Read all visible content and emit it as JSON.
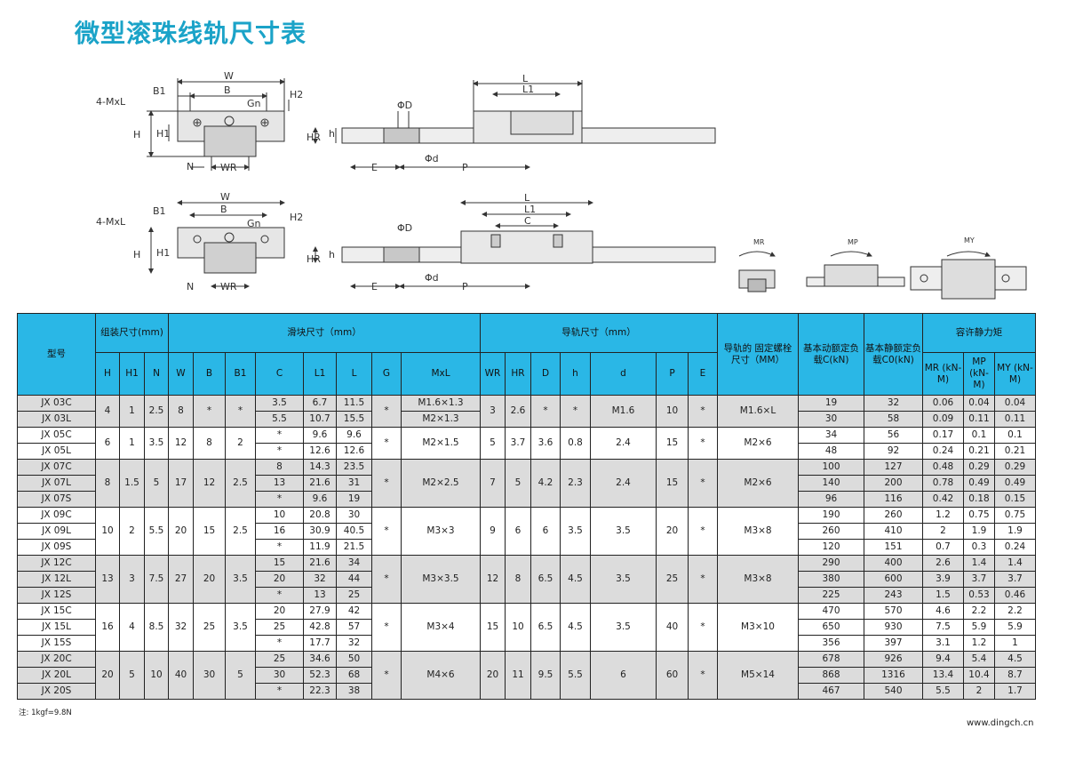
{
  "title": "微型滚珠线轨尺寸表",
  "drawing_labels": {
    "mxl": "4-MxL",
    "w": "W",
    "b1": "B1",
    "b": "B",
    "gn": "Gn",
    "h2": "H2",
    "h": "H",
    "h1": "H1",
    "n": "N",
    "wr": "WR",
    "phi_d_big": "ΦD",
    "phi_d_small": "Φd",
    "hr": "HR",
    "h_small": "h",
    "e": "E",
    "p": "P",
    "l": "L",
    "l1": "L1",
    "c": "C",
    "mr": "MR",
    "mp": "MP",
    "my": "MY"
  },
  "headers": {
    "model": "型号",
    "assembly": "组装尺寸(mm)",
    "block": "滑块尺寸（mm）",
    "rail": "导轨尺寸（mm）",
    "bolt": "导轨的  固定螺栓 尺寸（MM）",
    "dyn": "基本动额定负载C(kN)",
    "stat": "基本静额定负载C0(kN)",
    "moment": "容许静力矩",
    "H": "H",
    "H1": "H1",
    "N": "N",
    "W": "W",
    "B": "B",
    "B1": "B1",
    "C": "C",
    "L1": "L1",
    "L": "L",
    "G": "G",
    "MxL": "MxL",
    "WR": "WR",
    "HR": "HR",
    "D": "D",
    "h": "h",
    "d": "d",
    "P": "P",
    "E": "E",
    "MR": "MR (kN-M)",
    "MP": "MP (kN-M)",
    "MY": "MY (kN-M)"
  },
  "groups": [
    {
      "H": "4",
      "H1": "1",
      "N": "2.5",
      "W": "8",
      "B": "*",
      "B1": "*",
      "G": "*",
      "MxL": "M1.6×1.3",
      "WR": "3",
      "HR": "2.6",
      "D": "*",
      "h": "*",
      "d": "M1.6",
      "P": "10",
      "E": "*",
      "bolt": "M1.6×L",
      "rows": [
        {
          "model": "JX 03C",
          "C": "3.5",
          "L1": "6.7",
          "L": "11.5",
          "MxL": "M1.6×1.3",
          "dyn": "19",
          "stat": "32",
          "MR": "0.06",
          "MP": "0.04",
          "MY": "0.04"
        },
        {
          "model": "JX 03L",
          "C": "5.5",
          "L1": "10.7",
          "L": "15.5",
          "MxL": "M2×1.3",
          "dyn": "30",
          "stat": "58",
          "MR": "0.09",
          "MP": "0.11",
          "MY": "0.11"
        }
      ]
    },
    {
      "H": "6",
      "H1": "1",
      "N": "3.5",
      "W": "12",
      "B": "8",
      "B1": "2",
      "G": "*",
      "MxL": "M2×1.5",
      "WR": "5",
      "HR": "3.7",
      "D": "3.6",
      "h": "0.8",
      "d": "2.4",
      "P": "15",
      "E": "*",
      "bolt": "M2×6",
      "rows": [
        {
          "model": "JX 05C",
          "C": "*",
          "L1": "9.6",
          "L": "9.6",
          "dyn": "34",
          "stat": "56",
          "MR": "0.17",
          "MP": "0.1",
          "MY": "0.1"
        },
        {
          "model": "JX 05L",
          "C": "*",
          "L1": "12.6",
          "L": "12.6",
          "dyn": "48",
          "stat": "92",
          "MR": "0.24",
          "MP": "0.21",
          "MY": "0.21"
        }
      ]
    },
    {
      "H": "8",
      "H1": "1.5",
      "N": "5",
      "W": "17",
      "B": "12",
      "B1": "2.5",
      "G": "*",
      "MxL": "M2×2.5",
      "WR": "7",
      "HR": "5",
      "D": "4.2",
      "h": "2.3",
      "d": "2.4",
      "P": "15",
      "E": "*",
      "bolt": "M2×6",
      "rows": [
        {
          "model": "JX 07C",
          "C": "8",
          "L1": "14.3",
          "L": "23.5",
          "dyn": "100",
          "stat": "127",
          "MR": "0.48",
          "MP": "0.29",
          "MY": "0.29"
        },
        {
          "model": "JX 07L",
          "C": "13",
          "L1": "21.6",
          "L": "31",
          "dyn": "140",
          "stat": "200",
          "MR": "0.78",
          "MP": "0.49",
          "MY": "0.49"
        },
        {
          "model": "JX 07S",
          "C": "*",
          "L1": "9.6",
          "L": "19",
          "dyn": "96",
          "stat": "116",
          "MR": "0.42",
          "MP": "0.18",
          "MY": "0.15"
        }
      ]
    },
    {
      "H": "10",
      "H1": "2",
      "N": "5.5",
      "W": "20",
      "B": "15",
      "B1": "2.5",
      "G": "*",
      "MxL": "M3×3",
      "WR": "9",
      "HR": "6",
      "D": "6",
      "h": "3.5",
      "d": "3.5",
      "P": "20",
      "E": "*",
      "bolt": "M3×8",
      "rows": [
        {
          "model": "JX 09C",
          "C": "10",
          "L1": "20.8",
          "L": "30",
          "dyn": "190",
          "stat": "260",
          "MR": "1.2",
          "MP": "0.75",
          "MY": "0.75"
        },
        {
          "model": "JX 09L",
          "C": "16",
          "L1": "30.9",
          "L": "40.5",
          "dyn": "260",
          "stat": "410",
          "MR": "2",
          "MP": "1.9",
          "MY": "1.9"
        },
        {
          "model": "JX 09S",
          "C": "*",
          "L1": "11.9",
          "L": "21.5",
          "dyn": "120",
          "stat": "151",
          "MR": "0.7",
          "MP": "0.3",
          "MY": "0.24"
        }
      ]
    },
    {
      "H": "13",
      "H1": "3",
      "N": "7.5",
      "W": "27",
      "B": "20",
      "B1": "3.5",
      "G": "*",
      "MxL": "M3×3.5",
      "WR": "12",
      "HR": "8",
      "D": "6.5",
      "h": "4.5",
      "d": "3.5",
      "P": "25",
      "E": "*",
      "bolt": "M3×8",
      "rows": [
        {
          "model": "JX 12C",
          "C": "15",
          "L1": "21.6",
          "L": "34",
          "dyn": "290",
          "stat": "400",
          "MR": "2.6",
          "MP": "1.4",
          "MY": "1.4"
        },
        {
          "model": "JX 12L",
          "C": "20",
          "L1": "32",
          "L": "44",
          "dyn": "380",
          "stat": "600",
          "MR": "3.9",
          "MP": "3.7",
          "MY": "3.7"
        },
        {
          "model": "JX 12S",
          "C": "*",
          "L1": "13",
          "L": "25",
          "dyn": "225",
          "stat": "243",
          "MR": "1.5",
          "MP": "0.53",
          "MY": "0.46"
        }
      ]
    },
    {
      "H": "16",
      "H1": "4",
      "N": "8.5",
      "W": "32",
      "B": "25",
      "B1": "3.5",
      "G": "*",
      "MxL": "M3×4",
      "WR": "15",
      "HR": "10",
      "D": "6.5",
      "h": "4.5",
      "d": "3.5",
      "P": "40",
      "E": "*",
      "bolt": "M3×10",
      "rows": [
        {
          "model": "JX 15C",
          "C": "20",
          "L1": "27.9",
          "L": "42",
          "dyn": "470",
          "stat": "570",
          "MR": "4.6",
          "MP": "2.2",
          "MY": "2.2"
        },
        {
          "model": "JX 15L",
          "C": "25",
          "L1": "42.8",
          "L": "57",
          "dyn": "650",
          "stat": "930",
          "MR": "7.5",
          "MP": "5.9",
          "MY": "5.9"
        },
        {
          "model": "JX 15S",
          "C": "*",
          "L1": "17.7",
          "L": "32",
          "dyn": "356",
          "stat": "397",
          "MR": "3.1",
          "MP": "1.2",
          "MY": "1"
        }
      ]
    },
    {
      "H": "20",
      "H1": "5",
      "N": "10",
      "W": "40",
      "B": "30",
      "B1": "5",
      "G": "*",
      "MxL": "M4×6",
      "WR": "20",
      "HR": "11",
      "D": "9.5",
      "h": "5.5",
      "d": "6",
      "P": "60",
      "E": "*",
      "bolt": "M5×14",
      "rows": [
        {
          "model": "JX 20C",
          "C": "25",
          "L1": "34.6",
          "L": "50",
          "dyn": "678",
          "stat": "926",
          "MR": "9.4",
          "MP": "5.4",
          "MY": "4.5"
        },
        {
          "model": "JX 20L",
          "C": "30",
          "L1": "52.3",
          "L": "68",
          "dyn": "868",
          "stat": "1316",
          "MR": "13.4",
          "MP": "10.4",
          "MY": "8.7"
        },
        {
          "model": "JX 20S",
          "C": "*",
          "L1": "22.3",
          "L": "38",
          "dyn": "467",
          "stat": "540",
          "MR": "5.5",
          "MP": "2",
          "MY": "1.7"
        }
      ]
    }
  ],
  "note": "注: 1kgf=9.8N",
  "website": "www.dingch.cn"
}
